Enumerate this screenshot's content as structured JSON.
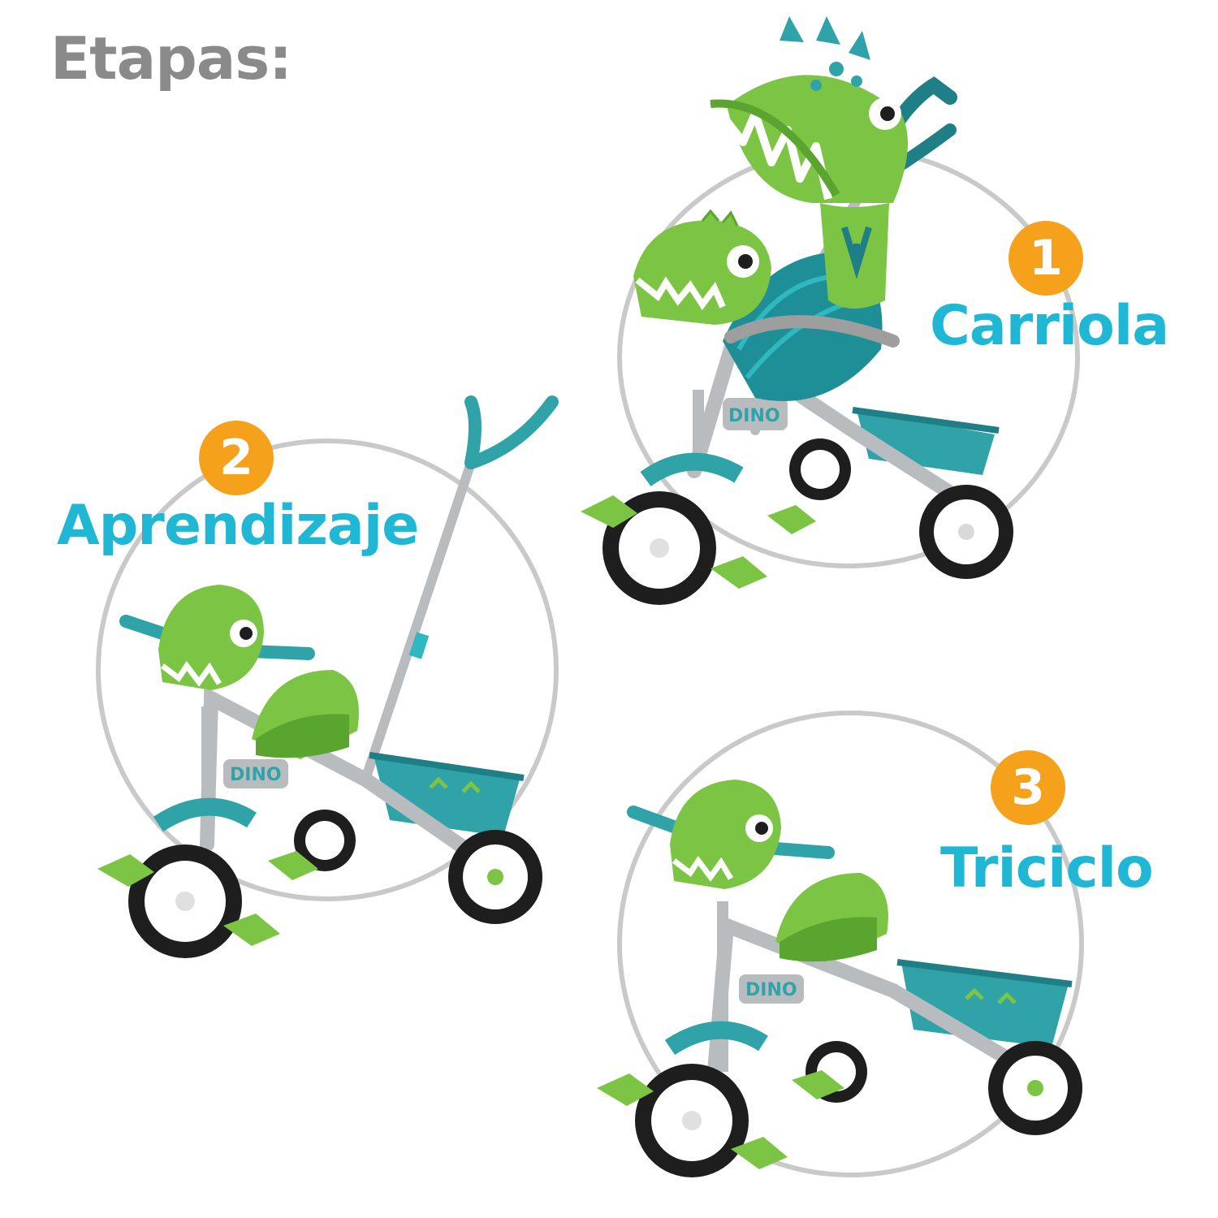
{
  "heading": "Etapas:",
  "stages": [
    {
      "number": "1",
      "label": "Carriola"
    },
    {
      "number": "2",
      "label": "Aprendizaje"
    },
    {
      "number": "3",
      "label": "Triciclo"
    }
  ],
  "brand_text": "DINO",
  "colors": {
    "heading": "#8a8a8a",
    "label": "#1fb7d4",
    "badge": "#f5a11c",
    "ring": "#c9c9c9",
    "dino_green": "#7cc443",
    "dino_dark": "#5aa52f",
    "teal": "#2fa3a8",
    "teal_dark": "#1f7f86",
    "frame": "#b9bcbf",
    "tire": "#1e1e1e"
  }
}
